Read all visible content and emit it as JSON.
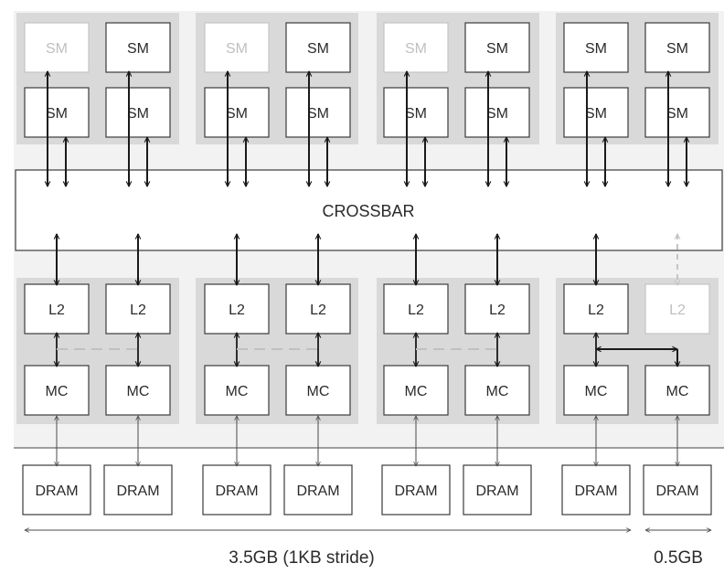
{
  "crossbar": {
    "label": "CROSSBAR"
  },
  "labels": {
    "sm": "SM",
    "l2": "L2",
    "mc": "MC",
    "dram": "DRAM"
  },
  "capacity": {
    "main": "3.5GB (1KB stride)",
    "small": "0.5GB"
  },
  "disabled": {
    "sm_top_row": [
      0,
      2,
      4
    ],
    "l2": [
      7
    ]
  },
  "colors": {
    "cluster_bg": "#d9d9d9",
    "panel_bg": "#f2f2f2",
    "box_stroke": "#3b3b3b",
    "arrow": "#1a1a1a",
    "disabled": "#c4c4c4"
  }
}
